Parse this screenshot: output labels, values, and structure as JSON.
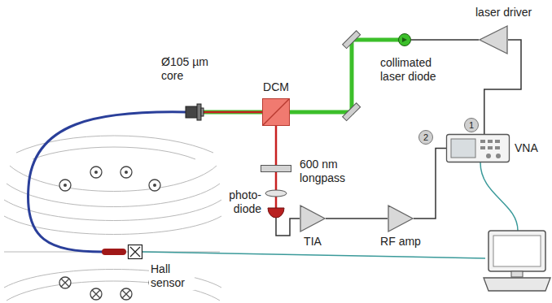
{
  "diagram": {
    "nodes": [
      {
        "text": [
          "Ø105 µm core"
        ]
      },
      {
        "text": [
          "DCM"
        ]
      },
      {
        "text": [
          "600 nm longpass"
        ]
      },
      {
        "text": [
          "photo- diode"
        ]
      },
      {
        "text": [
          "TIA"
        ]
      },
      {
        "text": [
          "RF amp"
        ]
      },
      {
        "text": [
          "VNA"
        ]
      },
      {
        "text": [
          "laser driver"
        ]
      },
      {
        "text": [
          "collimated laser diode"
        ]
      },
      {
        "text": [
          "Hall sensor"
        ]
      }
    ],
    "edges": [
      {
        "from": 3,
        "to": 4,
        "arrow": "none"
      },
      {
        "from": 4,
        "to": 5,
        "arrow": "none"
      },
      {
        "from": 5,
        "to": 6,
        "arrow": "none"
      },
      {
        "from": 6,
        "to": 7,
        "arrow": "none"
      },
      {
        "from": 7,
        "to": 8,
        "arrow": "none"
      }
    ],
    "labels": [
      "1",
      "2"
    ]
  }
}
